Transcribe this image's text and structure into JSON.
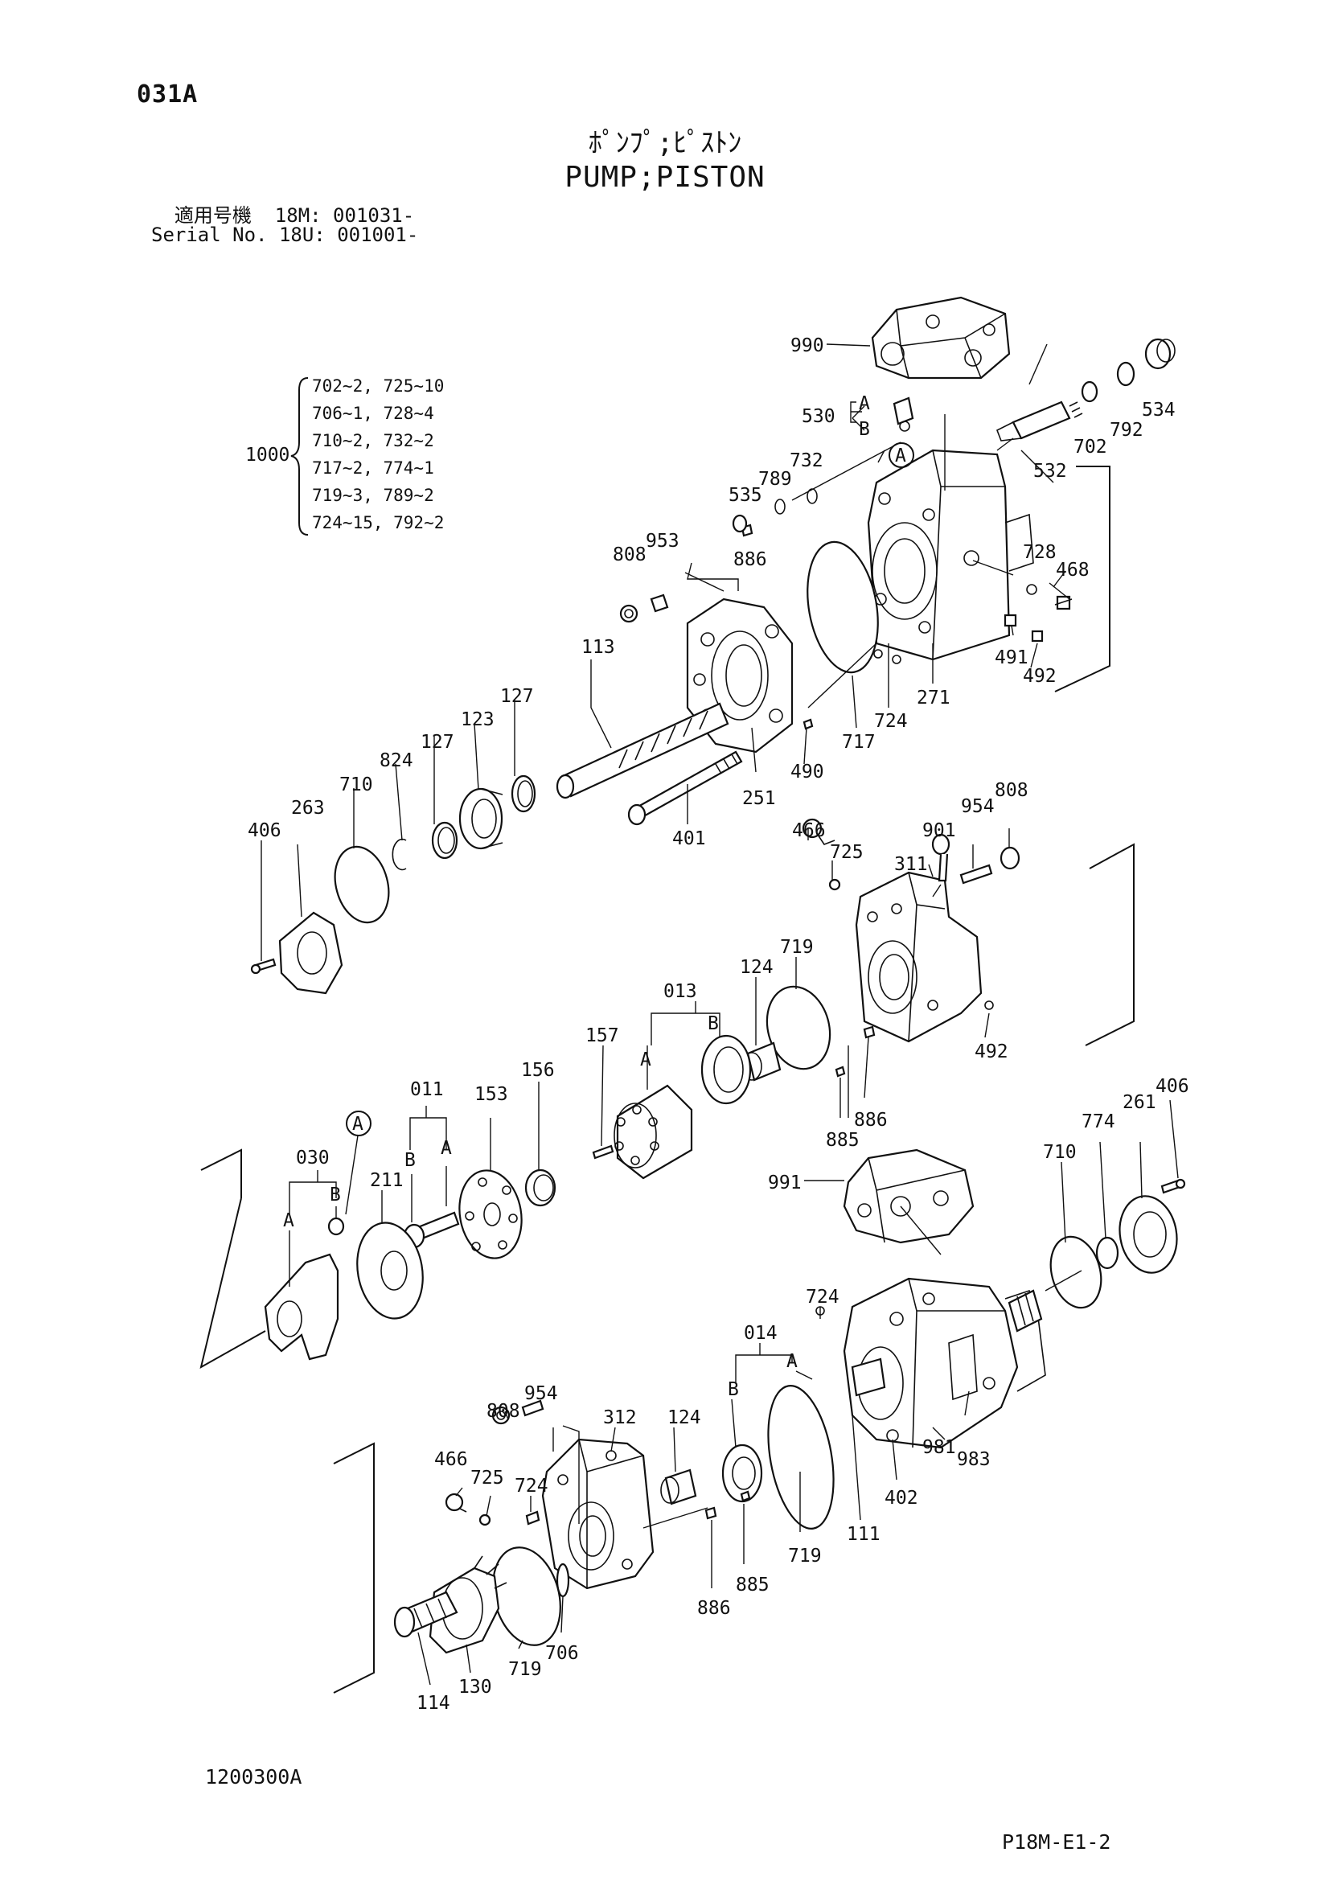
{
  "header": {
    "page_code": "031A",
    "title_jp": "ﾎﾟﾝﾌﾟ;ﾋﾟｽﾄﾝ",
    "title_en": "PUMP;PISTON",
    "serial_line_1": "  適用号機  18M: 001031-",
    "serial_line_2": "Serial No. 18U: 001001-"
  },
  "kit": {
    "label": "1000",
    "lines": [
      "702~2,  725~10",
      "706~1,  728~4",
      "710~2,  732~2",
      "717~2,  774~1",
      "719~3,  789~2",
      "724~15, 792~2"
    ]
  },
  "callouts": {
    "c990": "990",
    "c530": "530",
    "c530A": "A",
    "c530B": "B",
    "cA1": "A",
    "c534": "534",
    "c792": "792",
    "c702": "702",
    "c532": "532",
    "c789": "789",
    "c732": "732",
    "c535": "535",
    "c953": "953",
    "c808a": "808",
    "c886a": "886",
    "c728": "728",
    "c468": "468",
    "c491": "491",
    "c492a": "492",
    "c271": "271",
    "c724a": "724",
    "c717": "717",
    "c490": "490",
    "c113": "113",
    "c251": "251",
    "c401": "401",
    "c127a": "127",
    "c127b": "127",
    "c123": "123",
    "c824": "824",
    "c710a": "710",
    "c263": "263",
    "c406a": "406",
    "c466a": "466",
    "c725a": "725",
    "c901": "901",
    "c954a": "954",
    "c808b": "808",
    "c311": "311",
    "c719a": "719",
    "c124a": "124",
    "c013": "013",
    "c013B": "B",
    "c013A": "A",
    "c157": "157",
    "c492b": "492",
    "c886b": "886",
    "c885a": "885",
    "c156": "156",
    "c153": "153",
    "c011": "011",
    "c011A": "A",
    "c011B": "B",
    "cA2": "A",
    "c030": "030",
    "c030A": "A",
    "c030B": "B",
    "c211": "211",
    "c991": "991",
    "c710b": "710",
    "c774": "774",
    "c261": "261",
    "c406b": "406",
    "c724b": "724",
    "c014": "014",
    "c014A": "A",
    "c014B": "B",
    "c954b": "954",
    "c808c": "808",
    "c312": "312",
    "c124b": "124",
    "c466b": "466",
    "c725b": "725",
    "c724c": "724",
    "c719b": "719",
    "c111": "111",
    "c402": "402",
    "c981": "981",
    "c983": "983",
    "c885b": "885",
    "c886c": "886",
    "c719c": "719",
    "c706": "706",
    "c114": "114",
    "c130": "130"
  },
  "footer": {
    "doc_code": "1200300A",
    "sheet_code": "P18M-E1-2"
  }
}
